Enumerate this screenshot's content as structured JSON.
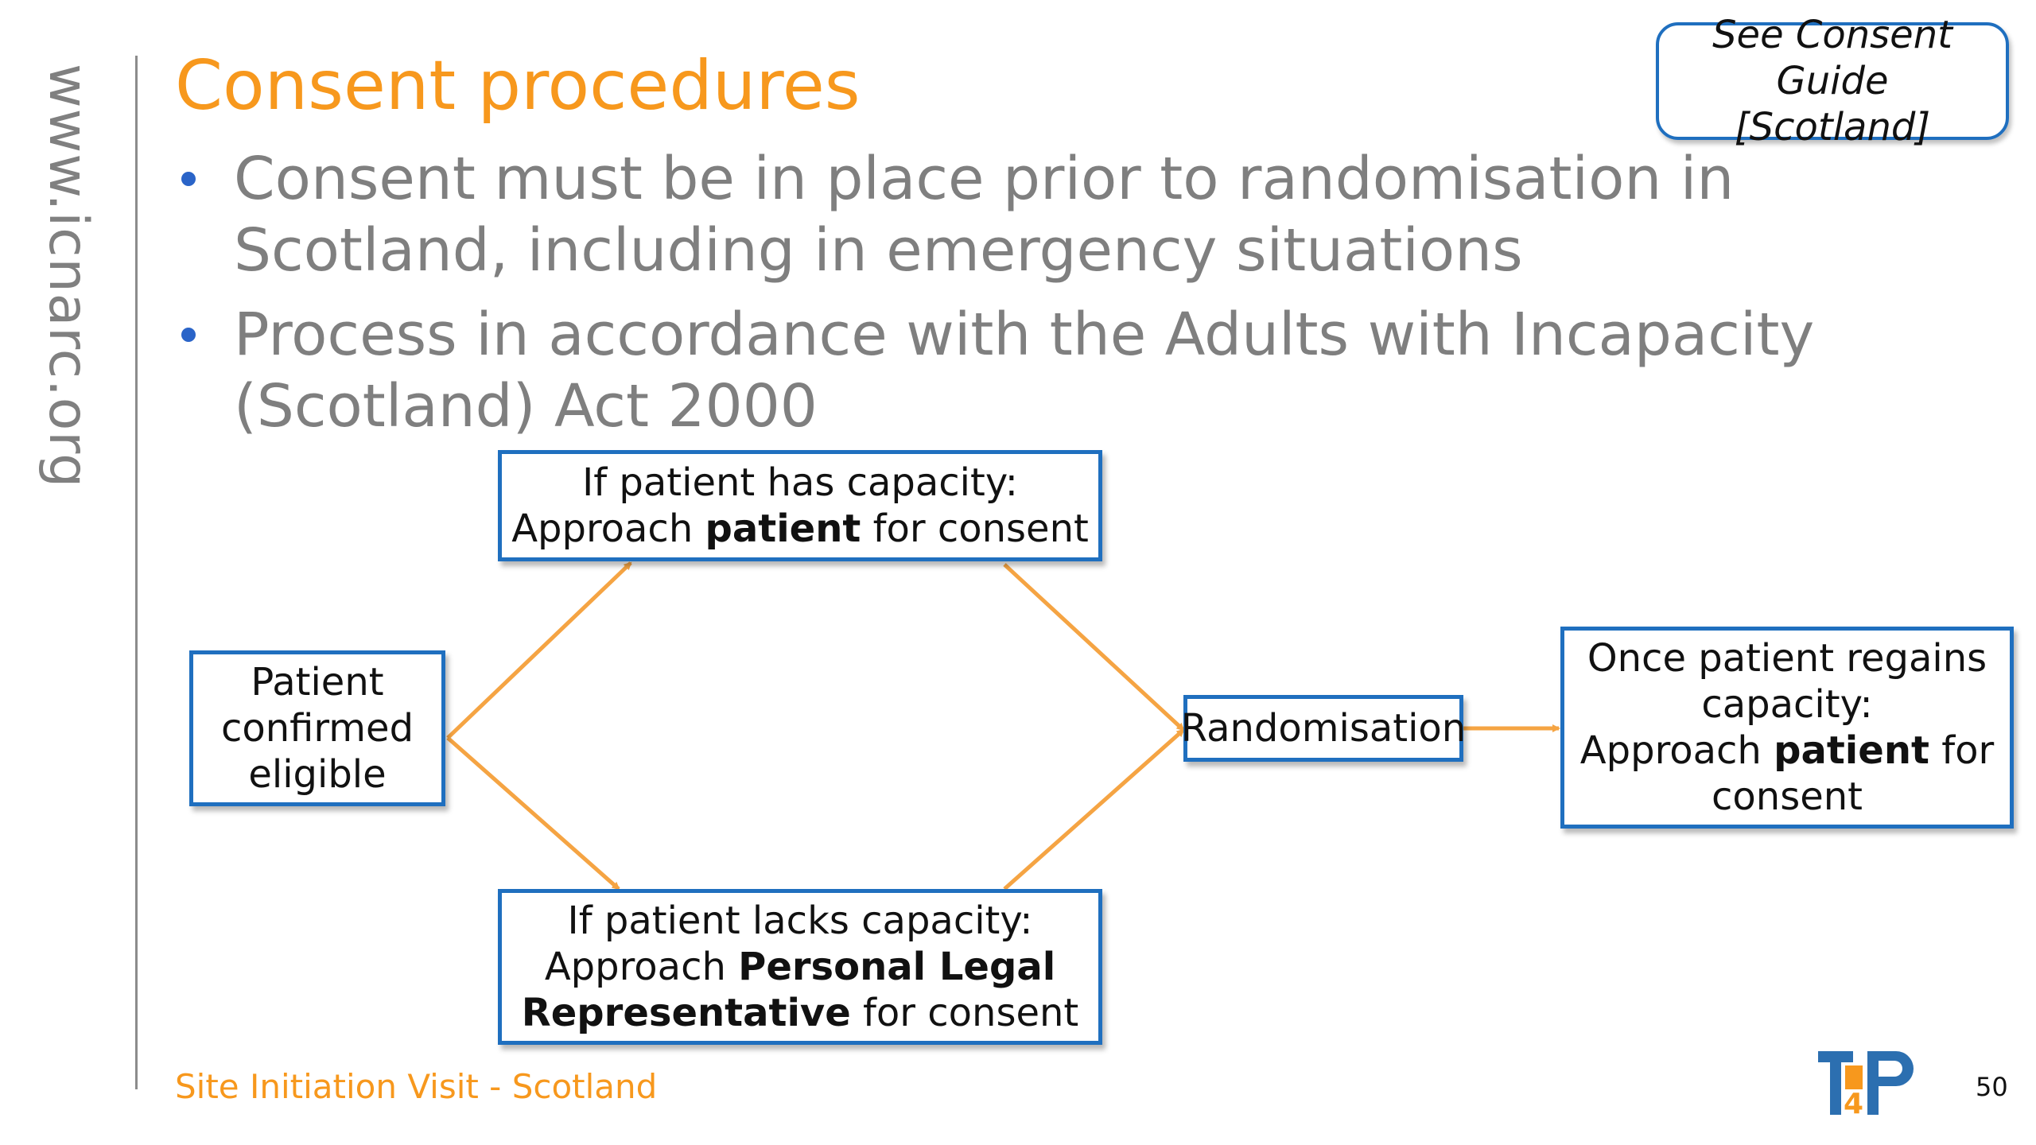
{
  "sidebar": {
    "url": "www.icnarc.org"
  },
  "header": {
    "title": "Consent procedures",
    "guide_line1": "See Consent Guide",
    "guide_line2": "[Scotland]"
  },
  "bullets": [
    "Consent must be in place prior to randomisation in Scotland, including in emergency situations",
    "Process in accordance with the Adults with Incapacity (Scotland) Act 2000"
  ],
  "flow": {
    "eligible": [
      "Patient",
      "confirmed",
      "eligible"
    ],
    "has_capacity": {
      "line1": "If patient has capacity:",
      "pre": "Approach ",
      "bold": "patient",
      "post": " for consent"
    },
    "lacks_capacity": {
      "line1": "If patient lacks capacity:",
      "pre": "Approach ",
      "bold1": "Personal Legal",
      "bold2": "Representative",
      "post": " for consent"
    },
    "randomisation": "Randomisation",
    "regains": {
      "line1": "Once patient regains",
      "line2": "capacity:",
      "pre": "Approach ",
      "bold": "patient",
      "post": " for",
      "line4": "consent"
    }
  },
  "footer": {
    "text": "Site Initiation Visit - Scotland",
    "page": "50",
    "logo_text": "T4P"
  },
  "colors": {
    "accent": "#f7981d",
    "box_border": "#1f6fbf",
    "bullet_text": "#7f7f7f",
    "arrow": "#f5a443"
  }
}
